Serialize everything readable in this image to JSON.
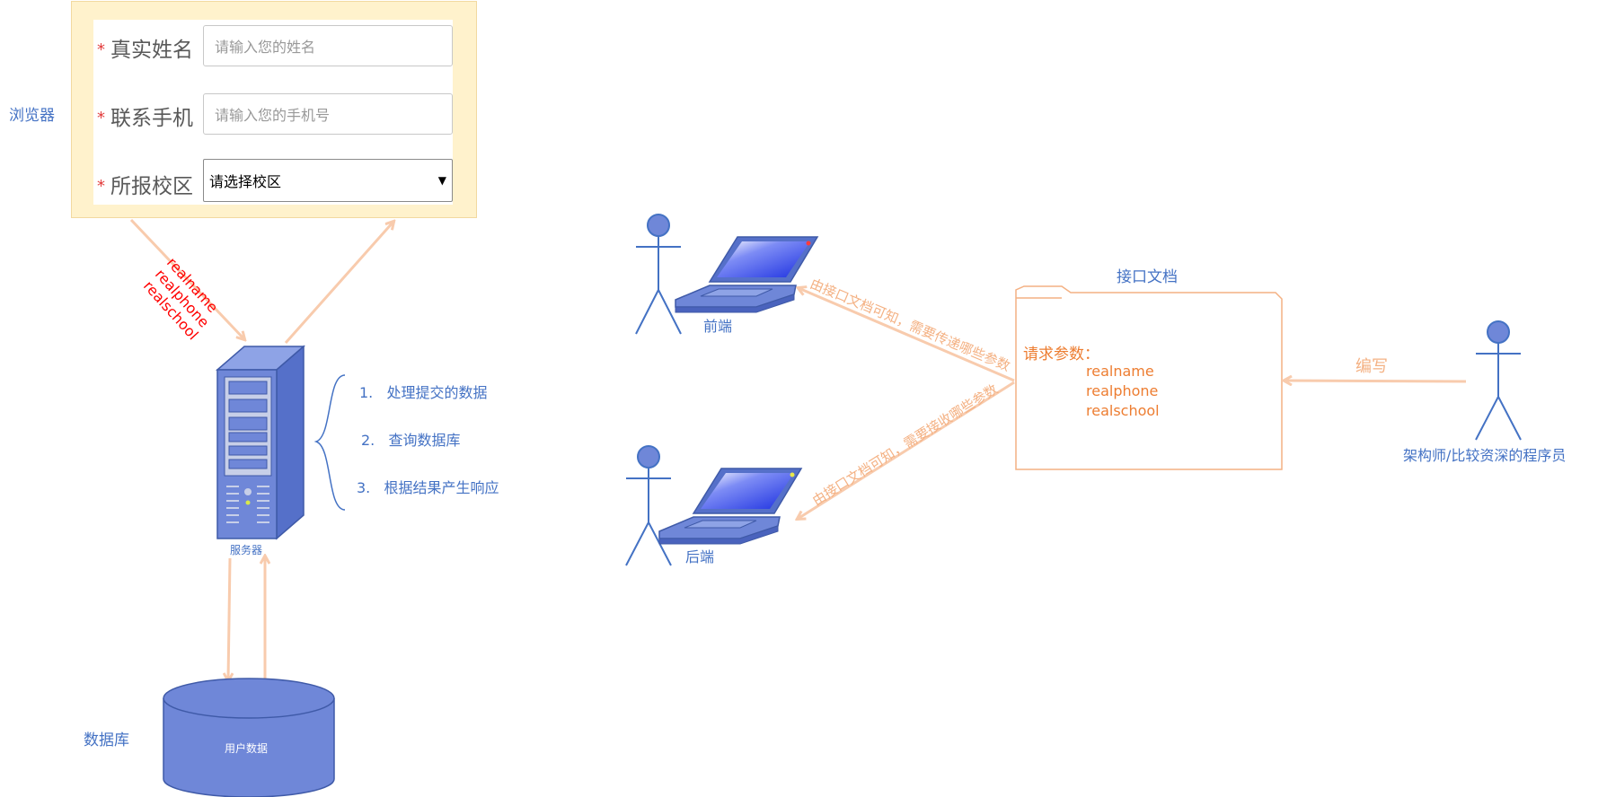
{
  "browser": {
    "label": "浏览器",
    "form": [
      {
        "label": "真实姓名",
        "required": "*",
        "placeholder": "请输入您的姓名"
      },
      {
        "label": "联系手机",
        "required": "*",
        "placeholder": "请输入您的手机号"
      },
      {
        "label": "所报校区",
        "required": "*",
        "selected": "请选择校区",
        "arrow": "▼"
      }
    ]
  },
  "request_params": [
    "realname",
    "realphone",
    "realschool"
  ],
  "server": {
    "label": "服务器",
    "steps": [
      {
        "num": "1.",
        "text": "处理提交的数据"
      },
      {
        "num": "2.",
        "text": "查询数据库"
      },
      {
        "num": "3.",
        "text": "根据结果产生响应"
      }
    ]
  },
  "database": {
    "label": "数据库",
    "content": "用户数据"
  },
  "frontend": {
    "label": "前端",
    "arrow_text": "由接口文档可知，需要传递哪些参数"
  },
  "backend": {
    "label": "后端",
    "arrow_text": "由接口文档可知，需要接收哪些参数"
  },
  "api_doc": {
    "title": "接口文档",
    "params_title": "请求参数：",
    "params": [
      "realname",
      "realphone",
      "realschool"
    ]
  },
  "architect": {
    "label": "架构师/比较资深的程序员",
    "action": "编写"
  },
  "colors": {
    "accent_blue": "#4472c4",
    "arrow_peach": "#f8cbad",
    "doc_orange": "#ed7d31",
    "param_red": "#ff0000"
  }
}
